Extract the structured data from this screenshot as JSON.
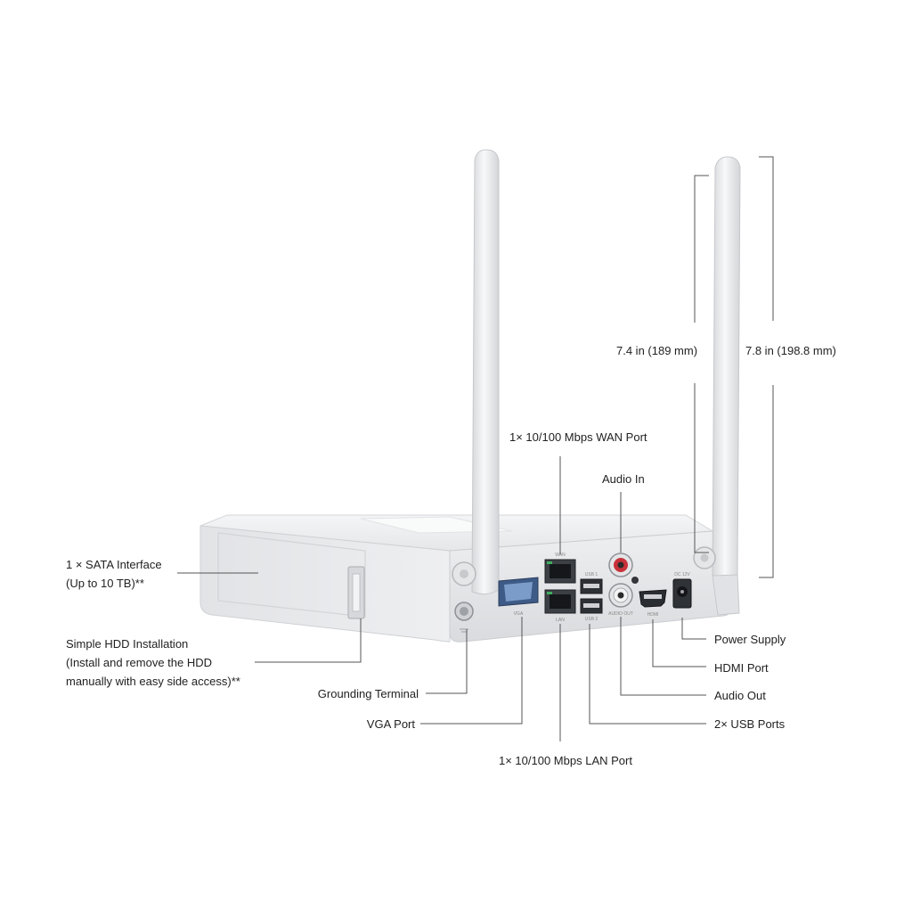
{
  "labels": {
    "wan_port": "1× 10/100 Mbps WAN Port",
    "audio_in": "Audio In",
    "height_short": "7.4 in (189 mm)",
    "height_tall": "7.8 in (198.8 mm)",
    "sata": [
      "1 × SATA Interface",
      "(Up to 10 TB)**"
    ],
    "hdd": [
      "Simple HDD Installation",
      "(Install and remove the HDD",
      "manually with easy side access)**"
    ],
    "grounding": "Grounding Terminal",
    "vga": "VGA Port",
    "lan_port": "1× 10/100 Mbps LAN Port",
    "power": "Power Supply",
    "hdmi": "HDMI Port",
    "audio_out": "Audio Out",
    "usb": "2× USB Ports"
  },
  "port_markings": {
    "vga": "VGA",
    "wan": "WAN",
    "lan": "LAN",
    "usb1": "USB 1",
    "usb2": "USB 2",
    "audio_out": "AUDIO OUT",
    "hdmi": "HDMI",
    "dc": "DC 12V"
  },
  "colors": {
    "device_body": "#e9eaec",
    "device_shadow": "#c9cbce",
    "rj45_green": "#2f8c4a",
    "vga_blue": "#5d7fb0",
    "rca_red": "#c8323a",
    "leader_line": "#555555"
  }
}
